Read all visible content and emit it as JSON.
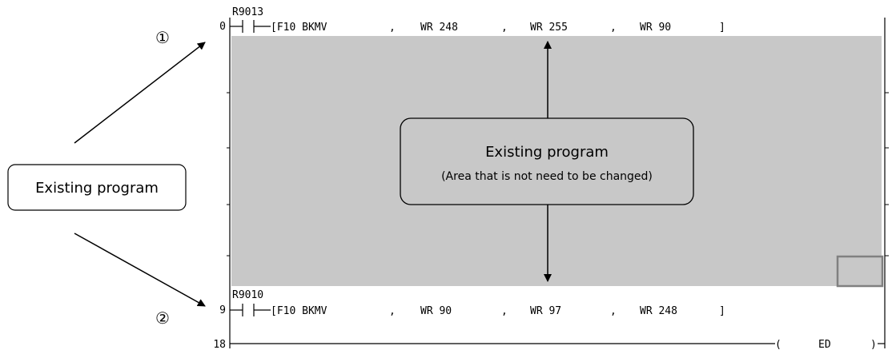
{
  "left_label": "Existing program",
  "markers": {
    "first": "①",
    "second": "②"
  },
  "rung1": {
    "step": "0",
    "contact": "R9013",
    "instruction": "[F10 BKMV",
    "comma1": ",",
    "op1": "WR 248",
    "comma2": ",",
    "op2": "WR 255",
    "comma3": ",",
    "op3": "WR 90",
    "close": "]"
  },
  "rung2": {
    "step": "9",
    "contact": "R9010",
    "instruction": "[F10 BKMV",
    "comma1": ",",
    "op1": "WR 90",
    "comma2": ",",
    "op2": "WR 97",
    "comma3": ",",
    "op3": "WR 248",
    "close": "]"
  },
  "rung3": {
    "step": "18",
    "coil_open": "(",
    "coil": "ED",
    "coil_close": ")"
  },
  "callout": {
    "title": "Existing program",
    "subtitle": "(Area that is not need to be changed)"
  },
  "colors": {
    "shaded_area": "#c8c8c8",
    "box_outline": "#808080"
  }
}
